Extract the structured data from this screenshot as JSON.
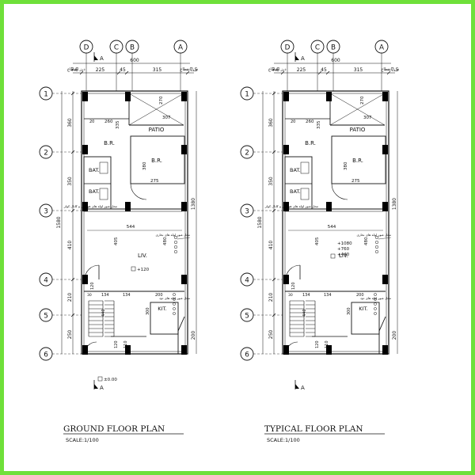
{
  "border_color": "#6fe03a",
  "plans": [
    {
      "title": "GROUND FLOOR PLAN",
      "scale": "SCALE:1/100",
      "axes_cols": [
        "D",
        "C",
        "B",
        "A"
      ],
      "axes_rows": [
        "1",
        "2",
        "3",
        "4",
        "5",
        "6"
      ],
      "dims_top": [
        "225",
        "45",
        "315"
      ],
      "dim_total": "600",
      "dim_side_left": "7.5",
      "dim_side_right": "7.5",
      "label_boundary": "درز انقطاع",
      "dims_left": [
        "360",
        "350",
        "410",
        "210",
        "250"
      ],
      "dim_total_left": "1580",
      "dims_right": [
        "1380",
        "200"
      ],
      "rooms": {
        "br1": "B.R.",
        "br2": "B.R.",
        "bat1": "BAT.",
        "bat2": "BAT.",
        "patio": "PATIO",
        "liv": "LIV.",
        "kit": "KIT."
      },
      "inner_dims": [
        "270",
        "307",
        "260",
        "335",
        "380",
        "275",
        "544",
        "405",
        "480",
        "120",
        "134",
        "200",
        "300",
        "110",
        "120",
        "440"
      ],
      "levels": [
        "+120"
      ],
      "entry_level": "±0.00",
      "section_label": "A",
      "notes": [
        "محل عبور لوله های هواکش و کانال کولر",
        "محل عبور لوله های بخاری",
        "محل عبور لوله های دود"
      ]
    },
    {
      "title": "TYPICAL FLOOR PLAN",
      "scale": "SCALE:1/100",
      "axes_cols": [
        "D",
        "C",
        "B",
        "A"
      ],
      "axes_rows": [
        "1",
        "2",
        "3",
        "4",
        "5",
        "6"
      ],
      "dims_top": [
        "225",
        "45",
        "315"
      ],
      "dim_total": "600",
      "dim_side_left": "7.5",
      "dim_side_right": "7.5",
      "label_boundary": "درز انقطاع",
      "dims_left": [
        "360",
        "350",
        "410",
        "210",
        "250"
      ],
      "dim_total_left": "1580",
      "dims_right": [
        "1380",
        "200"
      ],
      "rooms": {
        "br1": "B.R.",
        "br2": "B.R.",
        "bat1": "BAT.",
        "bat2": "BAT.",
        "patio": "PATIO",
        "liv": "LIV.",
        "kit": "KIT."
      },
      "inner_dims": [
        "270",
        "307",
        "260",
        "335",
        "380",
        "275",
        "544",
        "405",
        "480",
        "120",
        "134",
        "200",
        "300",
        "110",
        "120",
        "440"
      ],
      "levels": [
        "+1080",
        "+760",
        "+440"
      ],
      "section_label": "A",
      "notes": [
        "محل عبور لوله های هواکش و کانال کولر",
        "محل عبور لوله های بخاری",
        "محل عبور لوله های دود"
      ]
    }
  ]
}
